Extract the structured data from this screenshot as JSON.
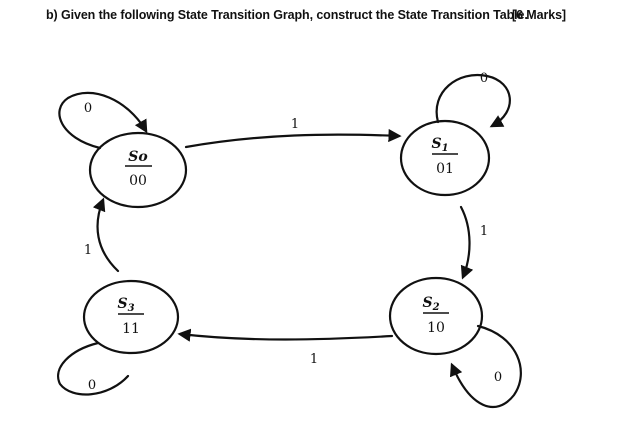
{
  "header": {
    "question": "b) Given the following State Transition Graph, construct the State Transition Table.",
    "marks": "[6 Marks]"
  },
  "states": [
    {
      "id": "s0",
      "name": "So",
      "code": "00"
    },
    {
      "id": "s1",
      "name": "S",
      "sub": "1",
      "code": "01"
    },
    {
      "id": "s2",
      "name": "S",
      "sub": "2",
      "code": "10"
    },
    {
      "id": "s3",
      "name": "S",
      "sub": "3",
      "code": "11"
    }
  ],
  "transitions": [
    {
      "from": "s0",
      "to": "s0",
      "input": "0"
    },
    {
      "from": "s0",
      "to": "s1",
      "input": "1"
    },
    {
      "from": "s1",
      "to": "s1",
      "input": "0"
    },
    {
      "from": "s1",
      "to": "s2",
      "input": "1"
    },
    {
      "from": "s2",
      "to": "s2",
      "input": "0"
    },
    {
      "from": "s2",
      "to": "s3",
      "input": "1"
    },
    {
      "from": "s3",
      "to": "s3",
      "input": "0"
    },
    {
      "from": "s3",
      "to": "s0",
      "input": "1"
    }
  ]
}
